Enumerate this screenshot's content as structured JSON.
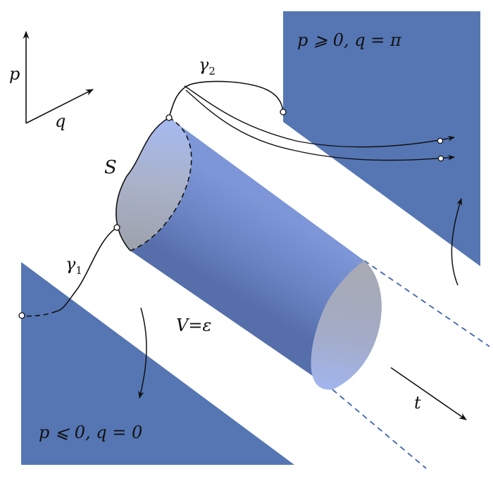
{
  "axes": {
    "vertical_label": "p",
    "horizontal_label": "q"
  },
  "regions": {
    "upper_label": "p ⩾ 0, q = π",
    "lower_label": "p ⩽ 0, q = 0"
  },
  "cylinder": {
    "surface_label": "S",
    "volume_label": "V=ε"
  },
  "curves": {
    "gamma1": {
      "symbol": "γ",
      "subscript": "1"
    },
    "gamma2": {
      "symbol": "γ",
      "subscript": "2"
    }
  },
  "time_label": "t",
  "colors": {
    "region_fill": "#5576b3",
    "cylinder_body": "#6b84c4",
    "cap_gray": "#a8abb4",
    "cap_blue": "#9fb3ea",
    "dash_blue": "#3f63ad",
    "ink": "#111111"
  }
}
